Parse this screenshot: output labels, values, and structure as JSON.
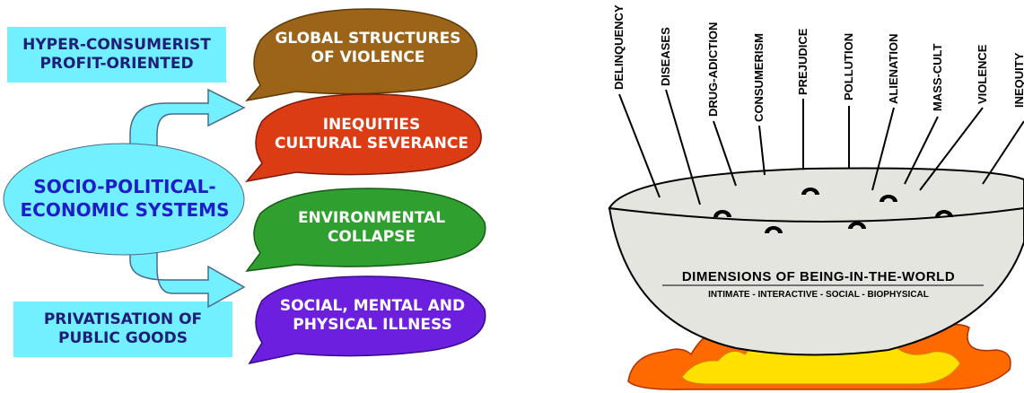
{
  "left_panel": {
    "top_box": [
      "HYPER-CONSUMERIST",
      "PROFIT-ORIENTED"
    ],
    "bottom_box": [
      "PRIVATISATION OF",
      "PUBLIC GOODS"
    ],
    "center_ellipse": [
      "SOCIO-POLITICAL-",
      "ECONOMIC SYSTEMS"
    ],
    "bubbles": [
      {
        "lines": [
          "GLOBAL STRUCTURES",
          "OF VIOLENCE"
        ],
        "color": "#9b6418",
        "text_color": "#ffffff"
      },
      {
        "lines": [
          "INEQUITIES",
          "CULTURAL SEVERANCE"
        ],
        "color": "#dc3c14",
        "text_color": "#ffffff"
      },
      {
        "lines": [
          "ENVIRONMENTAL",
          "COLLAPSE"
        ],
        "color": "#2fa02f",
        "text_color": "#ffffff"
      },
      {
        "lines": [
          "SOCIAL, MENTAL AND",
          "PHYSICAL ILLNESS"
        ],
        "color": "#6d1fe0",
        "text_color": "#ffffff"
      }
    ]
  },
  "right_panel": {
    "labels": [
      "DELINQUENCY",
      "DISEASES",
      "DRUG-ADICTION",
      "CONSUMERISM",
      "PREJUDICE",
      "POLLUTION",
      "ALIENATION",
      "MASS-CULT",
      "VIOLENCE",
      "INEQUITY"
    ],
    "pot_title": "DIMENSIONS OF BEING-IN-THE-WORLD",
    "pot_subtitle": "INTIMATE - INTERACTIVE - SOCIAL - BIOPHYSICAL"
  },
  "colors": {
    "box_fill": "#73f0ff",
    "box_text": "#1e1e7a",
    "ellipse_fill": "#73f0ff",
    "ellipse_text": "#1e1ec8",
    "pot_fill": "#e5e5e0",
    "fire_outer": "#ff6a00",
    "fire_inner": "#ffe000"
  }
}
